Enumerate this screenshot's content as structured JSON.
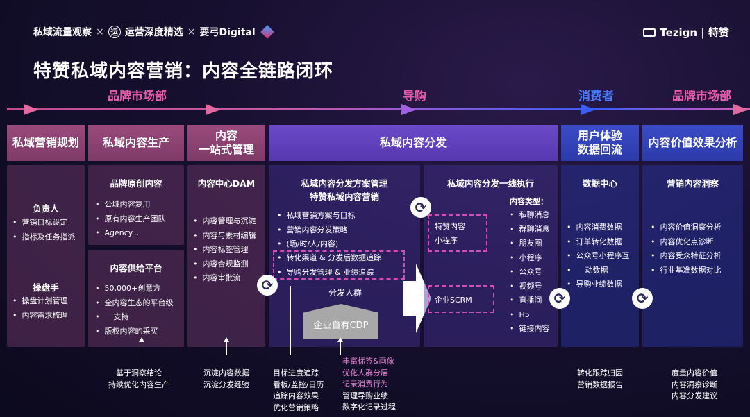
{
  "header": {
    "brand1": "私域流量观察",
    "sep": "×",
    "brand2": "运营深度精选",
    "brand3": "要弓Digital",
    "right_brand": "Tezign | 特赞",
    "title": "特赞私域内容营销：内容全链路闭环"
  },
  "phases": {
    "brand1": "品牌市场部",
    "guide": "导购",
    "consumer": "消费者",
    "brand2": "品牌市场部"
  },
  "columns": {
    "c1": {
      "header": "私域营销规划"
    },
    "c2": {
      "header": "私域内容生产"
    },
    "c3": {
      "header_line1": "内容",
      "header_line2": "一站式管理"
    },
    "c4": {
      "header": "私域内容分发"
    },
    "c5": {
      "header_line1": "用户体验",
      "header_line2": "数据回流"
    },
    "c6": {
      "header": "内容价值效果分析"
    }
  },
  "col1": {
    "section1_title": "负责人",
    "section1_items": [
      "营销目标设定",
      "指标及任务指派"
    ],
    "section2_title": "操盘手",
    "section2_items": [
      "操盘计划管理",
      "内容需求梳理"
    ]
  },
  "col2": {
    "top_title": "品牌原创内容",
    "top_items": [
      "公域内容复用",
      "原有内容生产团队",
      "Agency..."
    ],
    "bottom_title": "内容供给平台",
    "bottom_items": [
      "50,000+创意方",
      "全内容生态的平台级",
      "支持",
      "版权内容的采买"
    ]
  },
  "col3": {
    "title": "内容中心DAM",
    "items": [
      "内容管理与沉淀",
      "内容与素材编辑",
      "内容标签管理",
      "内容合规监测",
      "内容审批流"
    ]
  },
  "col4a": {
    "title_line1": "私域内容分发方案管理",
    "title_line2": "特赞私域内容营销",
    "items": [
      "私域营销方案与目标",
      "营销内容分发策略",
      "(场/时/人/内容)"
    ],
    "dashed_items": [
      "转化渠道 & 分发后数据追踪",
      "导购分发管理 & 业绩追踪"
    ],
    "crowd": "分发人群",
    "cdp": "企业自有CDP"
  },
  "col4b": {
    "title": "私域内容分发一线执行",
    "box1_line1": "特赞内容",
    "box1_line2": "小程序",
    "box2": "企业SCRM",
    "types_title": "内容类型：",
    "types": [
      "私聊消息",
      "群聊消息",
      "朋友圈",
      "小程序",
      "公众号",
      "视频号",
      "直播间",
      "H5",
      "链接内容"
    ]
  },
  "col5": {
    "title": "数据中心",
    "items": [
      "内容消费数据",
      "订单转化数据",
      "公众号小程序互",
      "动数据",
      "导购业绩数据"
    ]
  },
  "col6": {
    "title": "营销内容洞察",
    "items": [
      "内容价值洞察分析",
      "内容优化点诊断",
      "内容受众特征分析",
      "行业基准数据对比"
    ]
  },
  "bottom": {
    "b1": [
      "基于洞察结论",
      "持续优化内容生产"
    ],
    "b2": [
      "沉淀内容数据",
      "沉淀分发经验"
    ],
    "b3": [
      "目标进度追踪",
      "看板/监控/日历",
      "追踪内容效果",
      "优化营销策略"
    ],
    "b4_pink": [
      "丰富标签&画像",
      "优化人群分层",
      "记录消费行为"
    ],
    "b4_white": [
      "管理导购业绩",
      "数字化记录过程"
    ],
    "b5": [
      "转化跟踪归因",
      "营销数据报告"
    ],
    "b6": [
      "度量内容价值",
      "内容洞察诊断",
      "内容分发建议"
    ]
  },
  "colors": {
    "pink": "#e85aa8",
    "blue": "#4a7cff",
    "purple": "#6a4ac8"
  },
  "icons": {
    "cycle": "refresh-cycle-icon",
    "arrow": "right-arrow-icon"
  }
}
